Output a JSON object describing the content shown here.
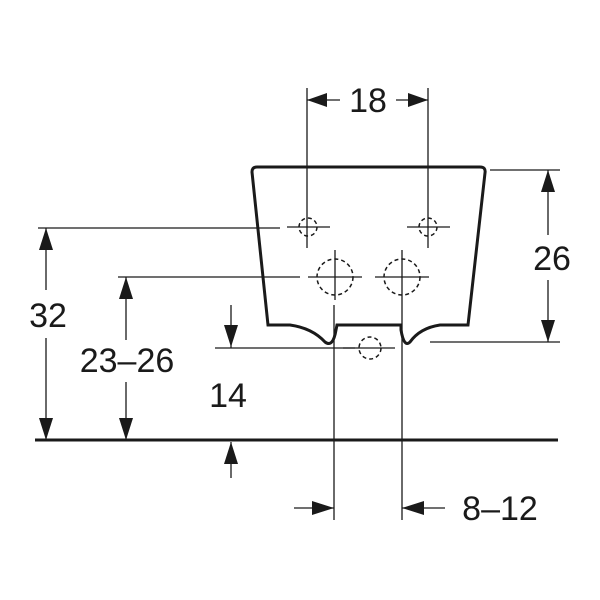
{
  "dimensions": {
    "hole_spacing": "18",
    "bowl_height": "26",
    "top_hole_height": "32",
    "lower_hole_height": "23–26",
    "outlet_height": "14",
    "outlet_offset": "8–12"
  },
  "colors": {
    "line": "#1a1a1a",
    "background": "#ffffff"
  }
}
